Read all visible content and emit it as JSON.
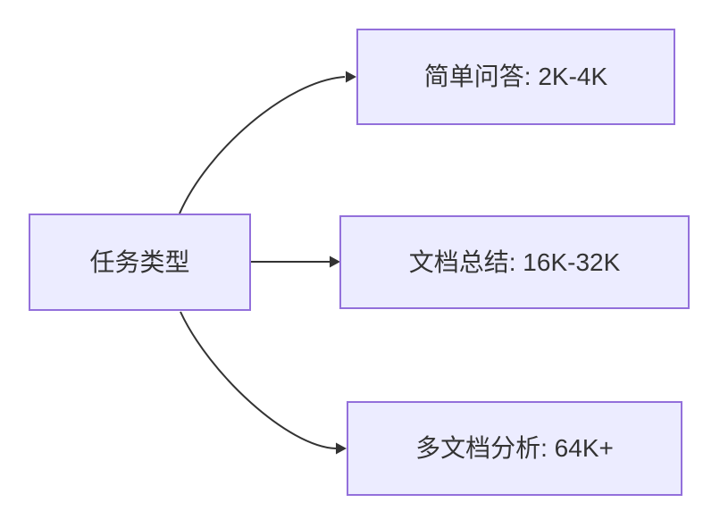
{
  "diagram": {
    "type": "flowchart",
    "root_node": {
      "id": "task-type",
      "label": "任务类型"
    },
    "branch_nodes": [
      {
        "id": "simple-qa",
        "label": "简单问答: 2K-4K"
      },
      {
        "id": "doc-summary",
        "label": "文档总结: 16K-32K"
      },
      {
        "id": "multi-doc-analysis",
        "label": "多文档分析: 64K+"
      }
    ],
    "edges": [
      {
        "from": "task-type",
        "to": "simple-qa"
      },
      {
        "from": "task-type",
        "to": "doc-summary"
      },
      {
        "from": "task-type",
        "to": "multi-doc-analysis"
      }
    ],
    "colors": {
      "node_fill": "#ECECFF",
      "node_border": "#9370DB",
      "edge": "#333333",
      "text": "#333333",
      "background": "#FFFFFF"
    }
  }
}
